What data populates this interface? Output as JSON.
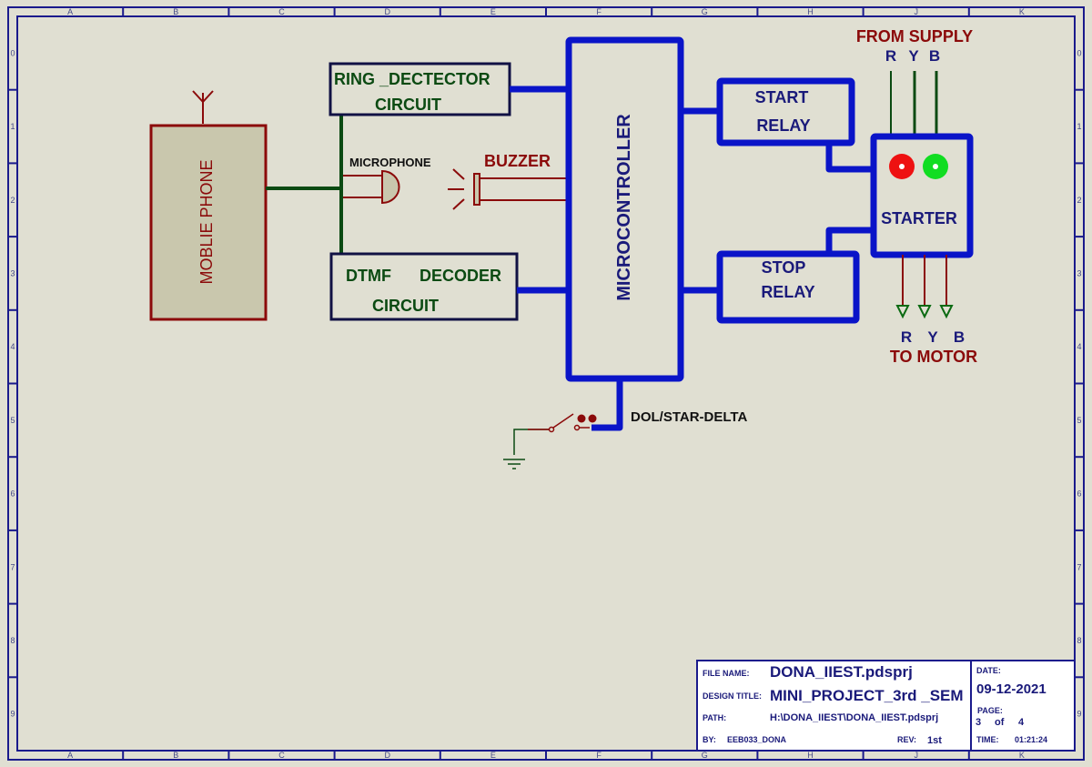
{
  "frame": {
    "columns": [
      "A",
      "B",
      "C",
      "D",
      "E",
      "F",
      "G",
      "H",
      "J",
      "K"
    ],
    "rows": [
      "0",
      "1",
      "2",
      "3",
      "4",
      "5",
      "6",
      "7",
      "8",
      "9"
    ]
  },
  "blocks": {
    "mobile_phone": "MOBLIE PHONE",
    "ring_detector": {
      "line1": "RING _DECTECTOR",
      "line2": "CIRCUIT"
    },
    "dtmf": {
      "line1a": "DTMF",
      "line1b": "DECODER",
      "line2": "CIRCUIT"
    },
    "microphone": "MICROPHONE",
    "buzzer": "BUZZER",
    "microcontroller": "MICROCONTROLLER",
    "start_relay": {
      "line1": "START",
      "line2": "RELAY"
    },
    "stop_relay": {
      "line1": "STOP",
      "line2": "RELAY"
    },
    "starter": "STARTER",
    "switch_label": "DOL/STAR-DELTA"
  },
  "supply": {
    "title": "FROM SUPPLY",
    "phases": [
      "R",
      "Y",
      "B"
    ]
  },
  "motor": {
    "title": "TO MOTOR",
    "phases": [
      "R",
      "Y",
      "B"
    ]
  },
  "colors": {
    "frame": "#1a1a8c",
    "bus": "#0a14c8",
    "wire_green": "#0b4a12",
    "block_red": "#8b0a0a",
    "led_red": "#ee1111",
    "led_green": "#11dd22",
    "text_blue": "#1a1a7a",
    "text_green": "#0b4a12",
    "text_red": "#8b0a0a"
  },
  "title_block": {
    "file_name_label": "FILE NAME:",
    "file_name": "DONA_IIEST.pdsprj",
    "design_title_label": "DESIGN TITLE:",
    "design_title": "MINI_PROJECT_3rd _SEM",
    "path_label": "PATH:",
    "path": "H:\\DONA_IIEST\\DONA_IIEST.pdsprj",
    "by_label": "BY:",
    "by": "EEB033_DONA",
    "rev_label": "REV:",
    "rev": "1st",
    "date_label": "DATE:",
    "date": "09-12-2021",
    "page_label": "PAGE:",
    "page": "3",
    "page_of": "of",
    "page_total": "4",
    "time_label": "TIME:",
    "time": "01:21:24"
  }
}
